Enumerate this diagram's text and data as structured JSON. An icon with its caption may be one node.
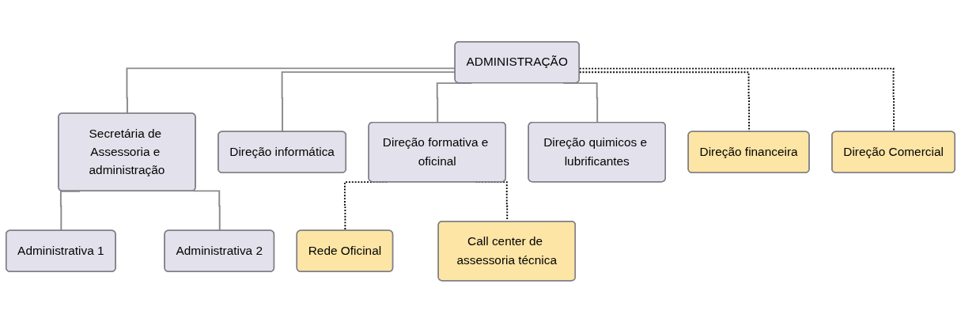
{
  "diagram": {
    "nodes": [
      {
        "text": [
          "ADMINISTRAÇÃO"
        ]
      },
      {
        "text": [
          "Secretária de Assessoria e administração"
        ]
      },
      {
        "text": [
          "Direção informática"
        ]
      },
      {
        "text": [
          "Direção formativa e oficinal"
        ]
      },
      {
        "text": [
          "Direção quimicos e lubrificantes"
        ]
      },
      {
        "text": [
          "Direção financeira"
        ]
      },
      {
        "text": [
          "Direção Comercial"
        ]
      },
      {
        "text": [
          "Administrativa 1"
        ]
      },
      {
        "text": [
          "Administrativa 2"
        ]
      },
      {
        "text": [
          "Rede Oficinal"
        ]
      },
      {
        "text": [
          "Call center de assessoria técnica"
        ]
      }
    ],
    "edges": [
      {
        "from": 0,
        "to": 1,
        "arrow": "none"
      },
      {
        "from": 0,
        "to": 2,
        "arrow": "none"
      },
      {
        "from": 0,
        "to": 3,
        "arrow": "none"
      },
      {
        "from": 0,
        "to": 4,
        "arrow": "none"
      },
      {
        "from": 0,
        "to": 5,
        "arrow": "none",
        "style": "dashed",
        "color": "#000000"
      },
      {
        "from": 0,
        "to": 6,
        "arrow": "none",
        "style": "dashed",
        "color": "#000000"
      },
      {
        "from": 1,
        "to": 7,
        "arrow": "none"
      },
      {
        "from": 1,
        "to": 8,
        "arrow": "none"
      },
      {
        "from": 3,
        "to": 9,
        "arrow": "none",
        "style": "dashed",
        "color": "#000000"
      },
      {
        "from": 3,
        "to": 10,
        "arrow": "none",
        "style": "dashed",
        "color": "#000000"
      }
    ]
  }
}
